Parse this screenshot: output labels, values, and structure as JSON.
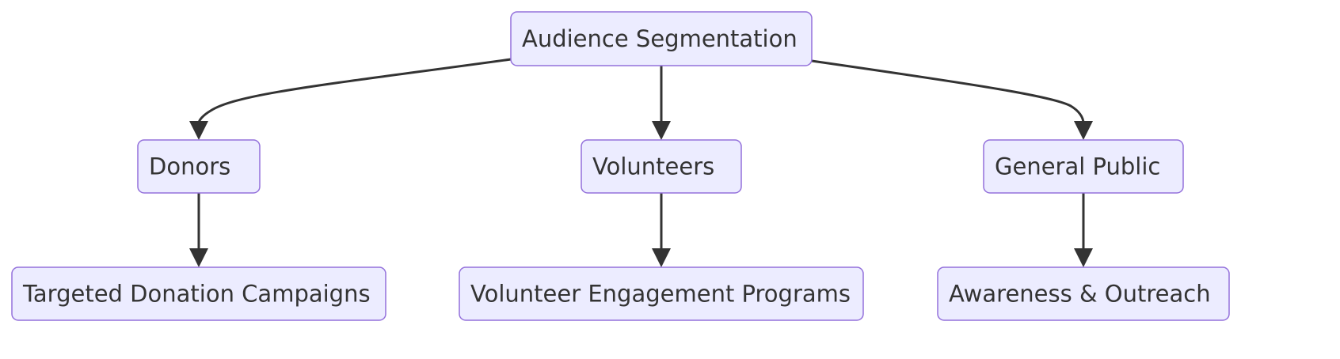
{
  "diagram": {
    "type": "flowchart",
    "direction": "top-down",
    "colors": {
      "node_fill": "#ECECFF",
      "node_stroke": "#9370DB",
      "text": "#333333",
      "edge": "#333333",
      "background": "#FFFFFF"
    },
    "nodes": [
      {
        "id": "root",
        "label": "Audience Segmentation"
      },
      {
        "id": "donors",
        "label": "Donors"
      },
      {
        "id": "volunteers",
        "label": "Volunteers"
      },
      {
        "id": "public",
        "label": "General Public"
      },
      {
        "id": "donation",
        "label": "Targeted Donation Campaigns"
      },
      {
        "id": "engagement",
        "label": "Volunteer Engagement Programs"
      },
      {
        "id": "outreach",
        "label": "Awareness & Outreach"
      }
    ],
    "edges": [
      {
        "from": "root",
        "to": "donors"
      },
      {
        "from": "root",
        "to": "volunteers"
      },
      {
        "from": "root",
        "to": "public"
      },
      {
        "from": "donors",
        "to": "donation"
      },
      {
        "from": "volunteers",
        "to": "engagement"
      },
      {
        "from": "public",
        "to": "outreach"
      }
    ]
  }
}
